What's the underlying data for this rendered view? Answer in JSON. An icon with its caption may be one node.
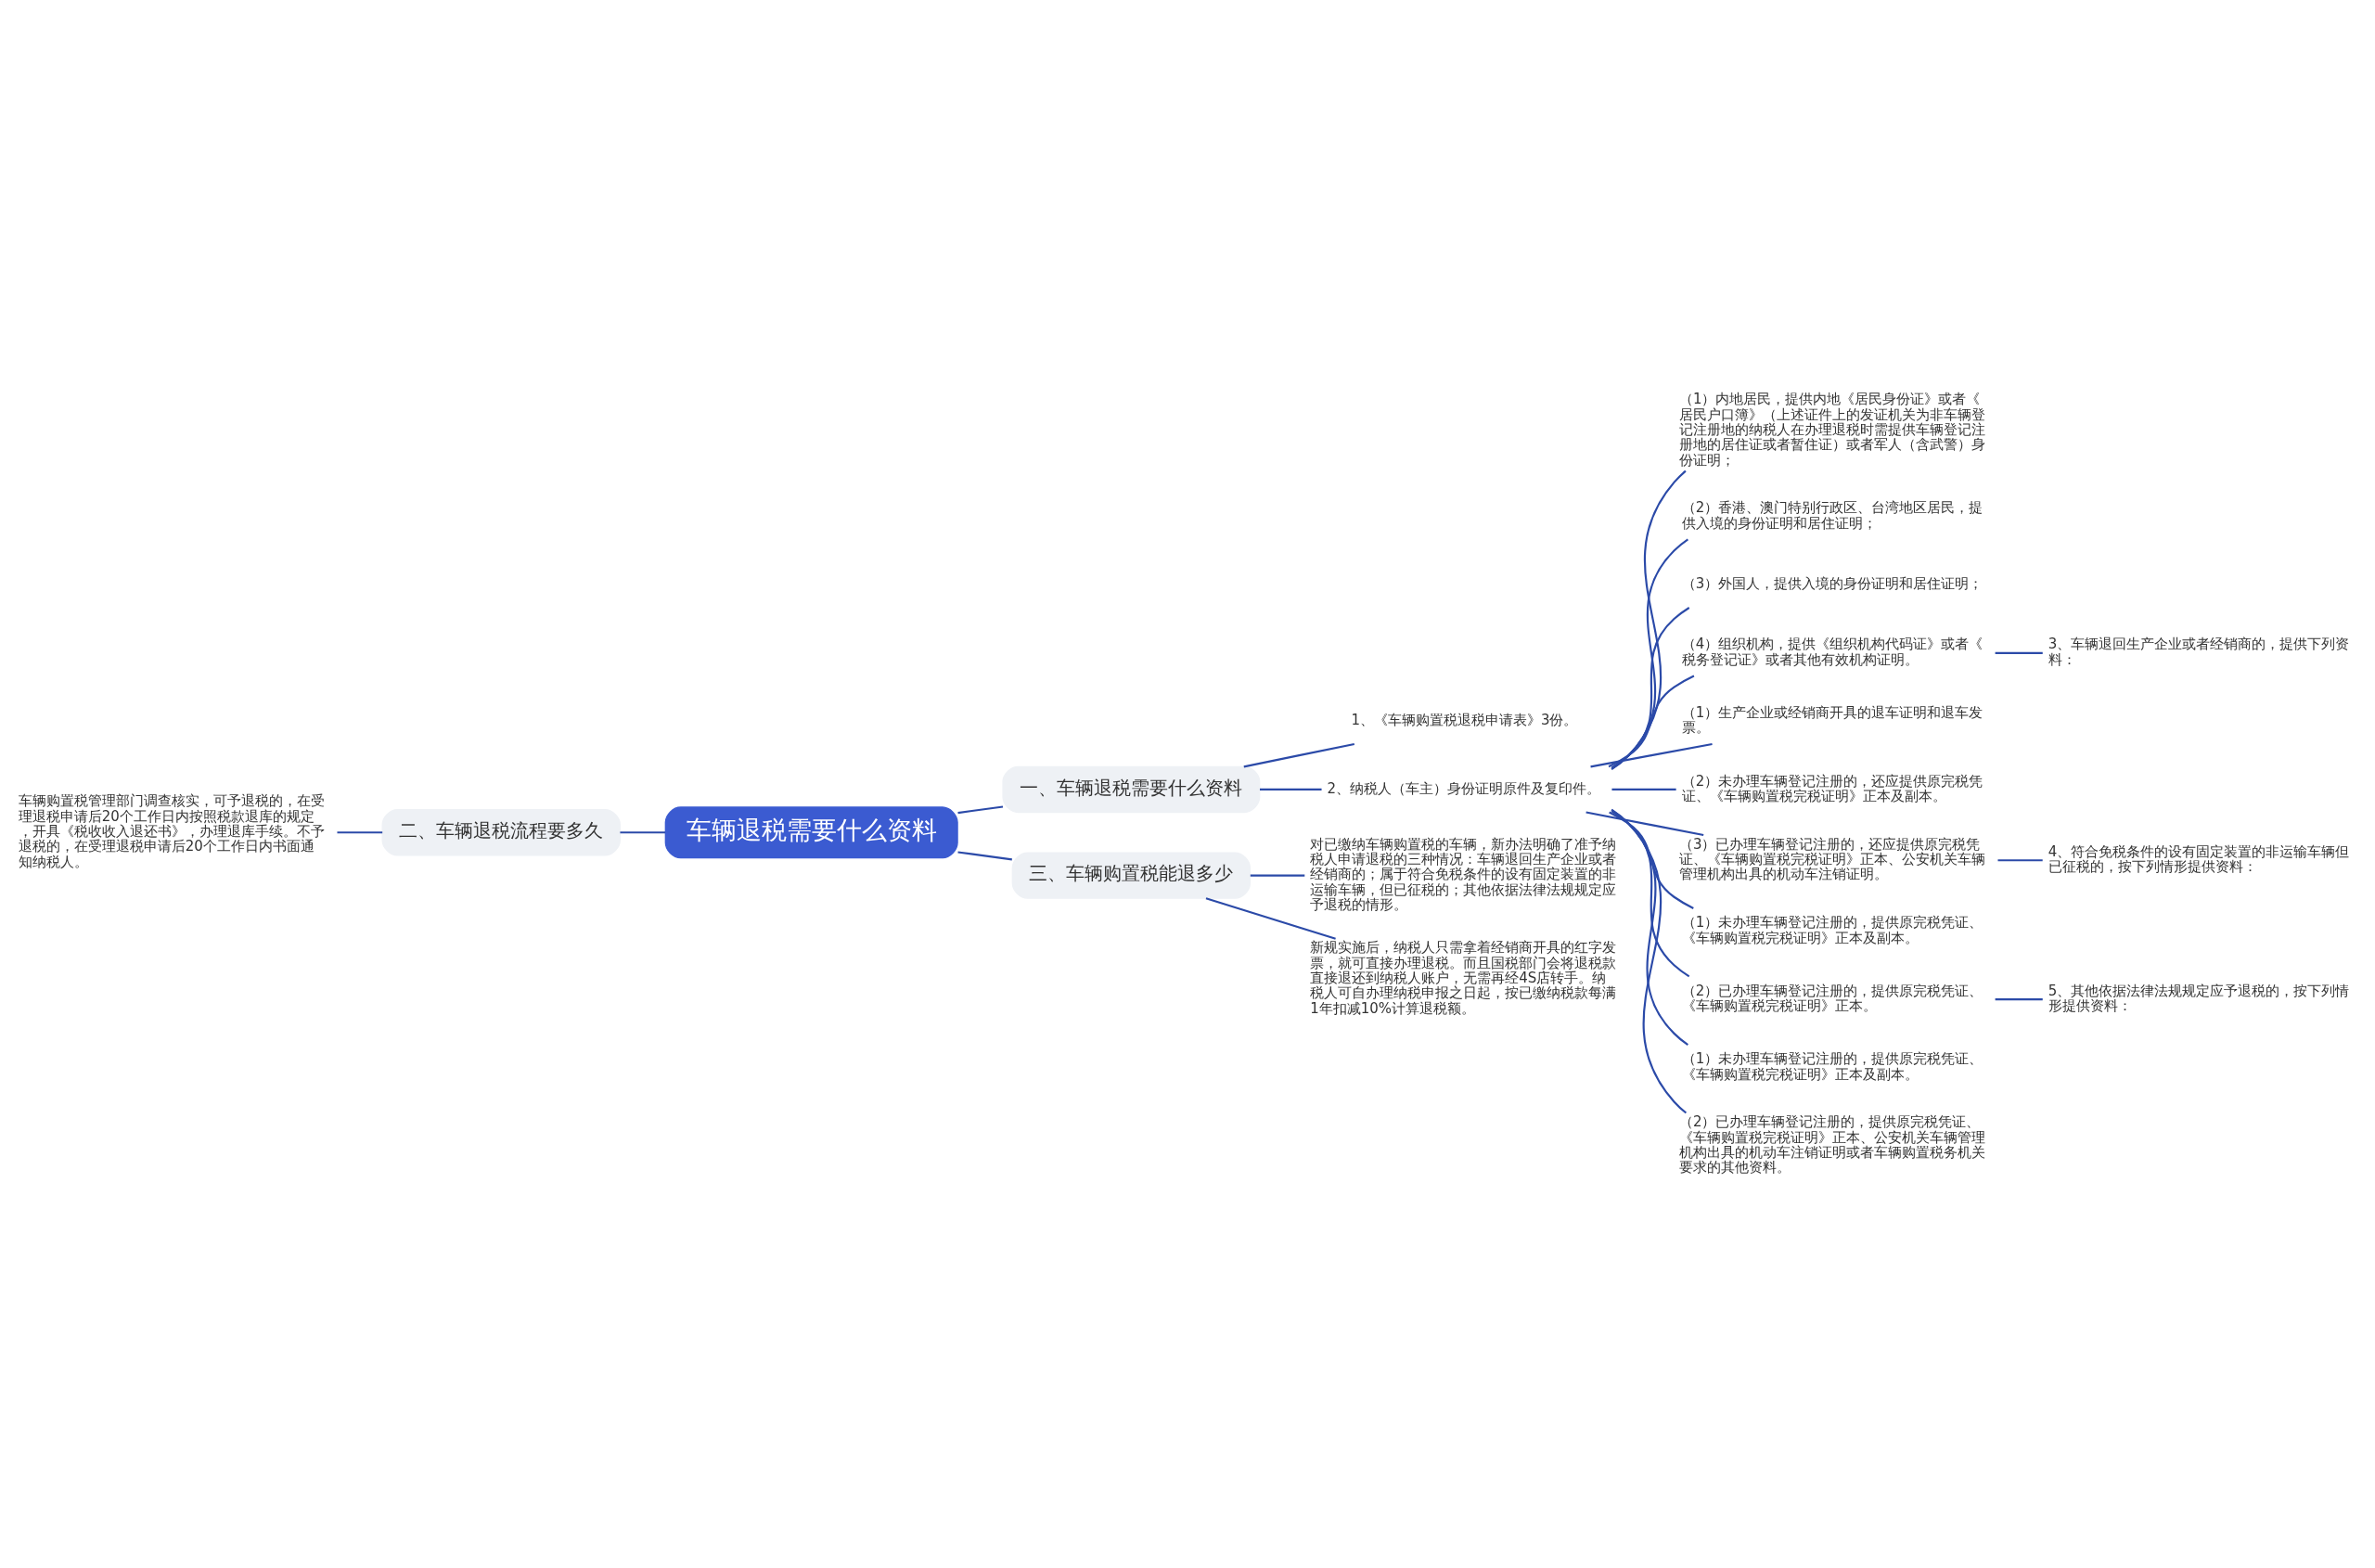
{
  "diagram": {
    "nodes": [
      {
        "text": [
          "车辆退税需要什么资料"
        ]
      },
      {
        "text": [
          "一、车辆退税需要什么资料"
        ]
      },
      {
        "text": [
          "1、《车辆购置税退税申请表》3份。"
        ]
      },
      {
        "text": [
          "2、纳税人（车主）身份证明原件及复印件。"
        ]
      },
      {
        "text": [
          "（1）内地居民，提供内地《居民身份证》或者《居民户口簿》（上述证件上的发证机关为非车辆登记注册地的纳税人在办理退税时需提供车辆登记注册地的居住证或者暂住证）或者军人（含武警）身份证明；"
        ]
      },
      {
        "text": [
          "（2）香港、澳门特别行政区、台湾地区居民，提供入境的身份证明和居住证明；"
        ]
      },
      {
        "text": [
          "（3）外国人，提供入境的身份证明和居住证明；"
        ]
      },
      {
        "text": [
          "（4）组织机构，提供《组织机构代码证》或者《税务登记证》或者其他有效机构证明。"
        ]
      },
      {
        "text": [
          "（1）生产企业或经销商开具的退车证明和退车发票。"
        ]
      },
      {
        "text": [
          "（2）未办理车辆登记注册的，还应提供原完税凭证、《车辆购置税完税证明》正本及副本。"
        ]
      },
      {
        "text": [
          "（3）已办理车辆登记注册的，还应提供原完税凭证、《车辆购置税完税证明》正本、公安机关车辆管理机构出具的机动车注销证明。"
        ]
      },
      {
        "text": [
          "（1）未办理车辆登记注册的，提供原完税凭证、《车辆购置税完税证明》正本及副本。"
        ]
      },
      {
        "text": [
          "（2）已办理车辆登记注册的，提供原完税凭证、《车辆购置税完税证明》正本。"
        ]
      },
      {
        "text": [
          "（1）未办理车辆登记注册的，提供原完税凭证、《车辆购置税完税证明》正本及副本。"
        ]
      },
      {
        "text": [
          "（2）已办理车辆登记注册的，提供原完税凭证、《车辆购置税完税证明》正本、公安机关车辆管理机构出具的机动车注销证明或者车辆购置税务机关要求的其他资料。"
        ]
      },
      {
        "text": [
          "3、车辆退回生产企业或者经销商的，提供下列资料："
        ]
      },
      {
        "text": [
          "4、符合免税条件的设有固定装置的非运输车辆但已征税的，按下列情形提供资料："
        ]
      },
      {
        "text": [
          "5、其他依据法律法规规定应予退税的，按下列情形提供资料："
        ]
      },
      {
        "text": [
          "二、车辆退税流程要多久"
        ]
      },
      {
        "text": [
          "车辆购置税管理部门调查核实，可予退税的，在受理退税申请后20个工作日内按照税款退库的规定，开具《税收收入退还书》，办理退库手续。不予退税的，在受理退税申请后20个工作日内书面通知纳税人。"
        ]
      },
      {
        "text": [
          "三、车辆购置税能退多少"
        ]
      },
      {
        "text": [
          "对已缴纳车辆购置税的车辆，新办法明确了准予纳税人申请退税的三种情况：车辆退回生产企业或者经销商的；属于符合免税条件的设有固定装置的非运输车辆，但已征税的；其他依据法律法规规定应予退税的情形。"
        ]
      },
      {
        "text": [
          "新规实施后，纳税人只需拿着经销商开具的红字发票，就可直接办理退税。而且国税部门会将退税款直接退还到纳税人账户，无需再经4S店转手。纳税人可自办理纳税申报之日起，按已缴纳税款每满1年扣减10%计算退税额。"
        ]
      }
    ],
    "edges": [
      {
        "from": 0,
        "to": 1,
        "arrow": "none"
      },
      {
        "from": 1,
        "to": 2,
        "arrow": "none"
      },
      {
        "from": 1,
        "to": 3,
        "arrow": "none"
      },
      {
        "from": 3,
        "to": 4,
        "arrow": "none"
      },
      {
        "from": 3,
        "to": 5,
        "arrow": "none"
      },
      {
        "from": 3,
        "to": 6,
        "arrow": "none"
      },
      {
        "from": 3,
        "to": 7,
        "arrow": "none"
      },
      {
        "from": 3,
        "to": 8,
        "arrow": "none"
      },
      {
        "from": 3,
        "to": 9,
        "arrow": "none"
      },
      {
        "from": 3,
        "to": 10,
        "arrow": "none"
      },
      {
        "from": 3,
        "to": 11,
        "arrow": "none"
      },
      {
        "from": 3,
        "to": 12,
        "arrow": "none"
      },
      {
        "from": 3,
        "to": 13,
        "arrow": "none"
      },
      {
        "from": 3,
        "to": 14,
        "arrow": "none"
      },
      {
        "from": 7,
        "to": 15,
        "arrow": "none"
      },
      {
        "from": 10,
        "to": 16,
        "arrow": "none"
      },
      {
        "from": 12,
        "to": 17,
        "arrow": "none"
      },
      {
        "from": 18,
        "to": 0,
        "arrow": "none"
      },
      {
        "from": 19,
        "to": 18,
        "arrow": "none"
      },
      {
        "from": 0,
        "to": 20,
        "arrow": "none"
      },
      {
        "from": 20,
        "to": 21,
        "arrow": "none"
      },
      {
        "from": 20,
        "to": 22,
        "arrow": "none"
      }
    ]
  }
}
